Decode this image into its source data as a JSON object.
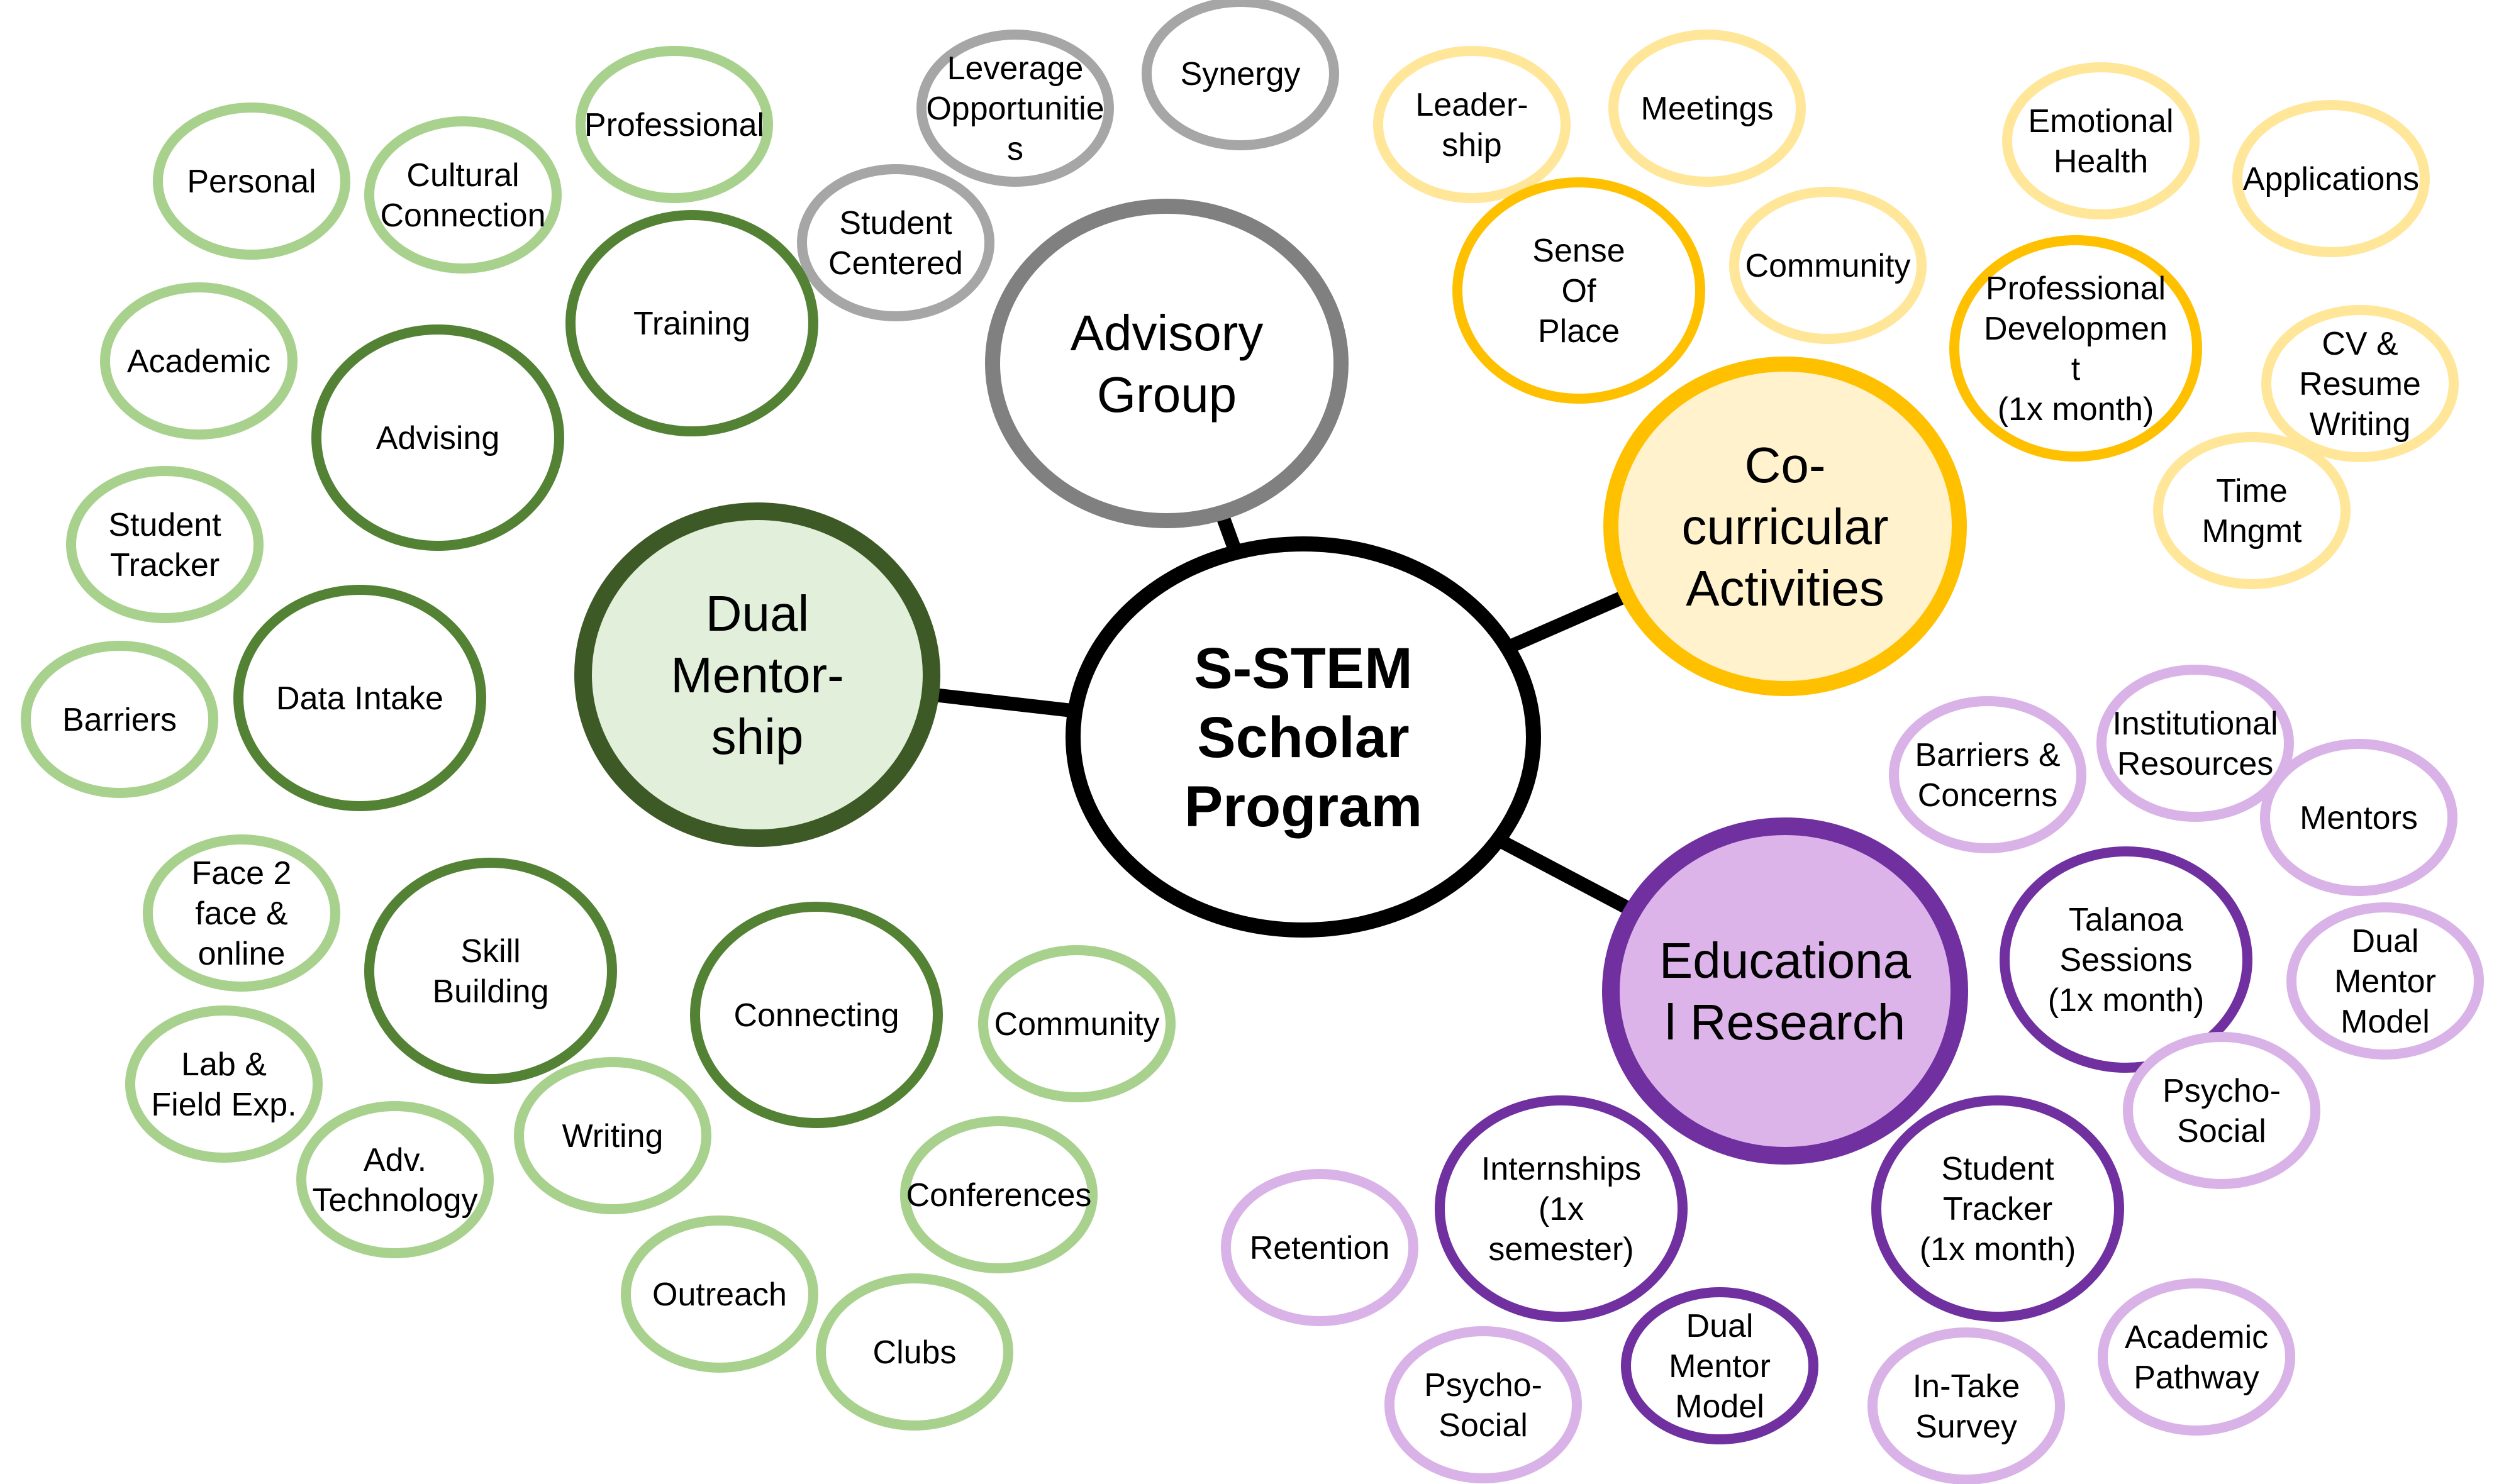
{
  "diagram": {
    "center": {
      "id": "center",
      "lines": [
        "S-STEM",
        "Scholar",
        "Program"
      ],
      "bold": true,
      "fill": "#ffffff",
      "stroke": "#000000"
    },
    "hubs": [
      {
        "id": "advisory-group",
        "lines": [
          "Advisory",
          "Group"
        ],
        "fill": "#ffffff",
        "stroke": "#808080"
      },
      {
        "id": "co-curricular-activities",
        "lines": [
          "Co-",
          "curricular",
          "Activities"
        ],
        "fill": "#fff2cc",
        "stroke": "#ffc000"
      },
      {
        "id": "dual-mentorship",
        "lines": [
          "Dual",
          "Mentor-",
          "ship"
        ],
        "fill": "#e2efda",
        "stroke": "#3d5a26"
      },
      {
        "id": "educational-research",
        "lines": [
          "Educationa",
          "l Research"
        ],
        "fill": "#dcb4ea",
        "stroke": "#7030a0"
      }
    ],
    "links": [
      {
        "from": "center",
        "to": "advisory-group"
      },
      {
        "from": "center",
        "to": "co-curricular-activities"
      },
      {
        "from": "center",
        "to": "dual-mentorship"
      },
      {
        "from": "center",
        "to": "educational-research"
      }
    ],
    "palette": {
      "gray": "#a6a6a6",
      "yellow_light": "#ffe699",
      "yellow_dark": "#ffc000",
      "green_light": "#a9d18e",
      "green_dark": "#548235",
      "purple_light": "#d9b3e8",
      "purple_dark": "#7030a0"
    },
    "nodes": [
      {
        "id": "leverage-opportunities",
        "lines": [
          "Leverage",
          "Opportunitie",
          "s"
        ],
        "stroke": "#a6a6a6"
      },
      {
        "id": "synergy",
        "lines": [
          "Synergy"
        ],
        "stroke": "#a6a6a6"
      },
      {
        "id": "student-centered",
        "lines": [
          "Student",
          "Centered"
        ],
        "stroke": "#a6a6a6"
      },
      {
        "id": "leadership",
        "lines": [
          "Leader-",
          "ship"
        ],
        "stroke": "#ffe699"
      },
      {
        "id": "meetings",
        "lines": [
          "Meetings"
        ],
        "stroke": "#ffe699"
      },
      {
        "id": "sense-of-place",
        "lines": [
          "Sense",
          "Of",
          "Place"
        ],
        "stroke": "#ffc000"
      },
      {
        "id": "community-yellow",
        "lines": [
          "Community"
        ],
        "stroke": "#ffe699"
      },
      {
        "id": "emotional-health",
        "lines": [
          "Emotional",
          "Health"
        ],
        "stroke": "#ffe699"
      },
      {
        "id": "applications",
        "lines": [
          "Applications"
        ],
        "stroke": "#ffe699"
      },
      {
        "id": "professional-development",
        "lines": [
          "Professional",
          "Developmen",
          "t",
          "(1x month)"
        ],
        "stroke": "#ffc000"
      },
      {
        "id": "cv-resume-writing",
        "lines": [
          "CV &",
          "Resume",
          "Writing"
        ],
        "stroke": "#ffe699"
      },
      {
        "id": "time-mngmt",
        "lines": [
          "Time",
          "Mngmt"
        ],
        "stroke": "#ffe699"
      },
      {
        "id": "personal",
        "lines": [
          "Personal"
        ],
        "stroke": "#a9d18e"
      },
      {
        "id": "cultural-connection",
        "lines": [
          "Cultural",
          "Connection"
        ],
        "stroke": "#a9d18e"
      },
      {
        "id": "professional",
        "lines": [
          "Professional"
        ],
        "stroke": "#a9d18e"
      },
      {
        "id": "training",
        "lines": [
          "Training"
        ],
        "stroke": "#548235"
      },
      {
        "id": "academic",
        "lines": [
          "Academic"
        ],
        "stroke": "#a9d18e"
      },
      {
        "id": "advising",
        "lines": [
          "Advising"
        ],
        "stroke": "#548235"
      },
      {
        "id": "student-tracker-green",
        "lines": [
          "Student",
          "Tracker"
        ],
        "stroke": "#a9d18e"
      },
      {
        "id": "barriers",
        "lines": [
          "Barriers"
        ],
        "stroke": "#a9d18e"
      },
      {
        "id": "data-intake",
        "lines": [
          "Data Intake"
        ],
        "stroke": "#548235"
      },
      {
        "id": "face-2-face",
        "lines": [
          "Face 2",
          "face &",
          "online"
        ],
        "stroke": "#a9d18e"
      },
      {
        "id": "skill-building",
        "lines": [
          "Skill",
          "Building"
        ],
        "stroke": "#548235"
      },
      {
        "id": "lab-field-exp",
        "lines": [
          "Lab &",
          "Field Exp."
        ],
        "stroke": "#a9d18e"
      },
      {
        "id": "connecting",
        "lines": [
          "Connecting"
        ],
        "stroke": "#548235"
      },
      {
        "id": "community-green",
        "lines": [
          "Community"
        ],
        "stroke": "#a9d18e"
      },
      {
        "id": "adv-technology",
        "lines": [
          "Adv.",
          "Technology"
        ],
        "stroke": "#a9d18e"
      },
      {
        "id": "writing",
        "lines": [
          "Writing"
        ],
        "stroke": "#a9d18e"
      },
      {
        "id": "conferences",
        "lines": [
          "Conferences"
        ],
        "stroke": "#a9d18e"
      },
      {
        "id": "outreach",
        "lines": [
          "Outreach"
        ],
        "stroke": "#a9d18e"
      },
      {
        "id": "clubs",
        "lines": [
          "Clubs"
        ],
        "stroke": "#a9d18e"
      },
      {
        "id": "barriers-concerns",
        "lines": [
          "Barriers &",
          "Concerns"
        ],
        "stroke": "#d9b3e8"
      },
      {
        "id": "institutional-resources",
        "lines": [
          "Institutional",
          "Resources"
        ],
        "stroke": "#d9b3e8"
      },
      {
        "id": "mentors",
        "lines": [
          "Mentors"
        ],
        "stroke": "#d9b3e8"
      },
      {
        "id": "talanoa-sessions",
        "lines": [
          "Talanoa",
          "Sessions",
          "(1x month)"
        ],
        "stroke": "#7030a0"
      },
      {
        "id": "dual-mentor-model-right",
        "lines": [
          "Dual",
          "Mentor",
          "Model"
        ],
        "stroke": "#d9b3e8"
      },
      {
        "id": "psycho-social-right",
        "lines": [
          "Psycho-",
          "Social"
        ],
        "stroke": "#d9b3e8"
      },
      {
        "id": "internships",
        "lines": [
          "Internships",
          "(1x",
          "semester)"
        ],
        "stroke": "#7030a0"
      },
      {
        "id": "student-tracker-purple",
        "lines": [
          "Student",
          "Tracker",
          "(1x month)"
        ],
        "stroke": "#7030a0"
      },
      {
        "id": "retention",
        "lines": [
          "Retention"
        ],
        "stroke": "#d9b3e8"
      },
      {
        "id": "academic-pathway",
        "lines": [
          "Academic",
          "Pathway"
        ],
        "stroke": "#d9b3e8"
      },
      {
        "id": "dual-mentor-model-bottom",
        "lines": [
          "Dual",
          "Mentor",
          "Model"
        ],
        "stroke": "#7030a0"
      },
      {
        "id": "psycho-social-bottom",
        "lines": [
          "Psycho-",
          "Social"
        ],
        "stroke": "#d9b3e8"
      },
      {
        "id": "in-take-survey",
        "lines": [
          "In-Take",
          "Survey"
        ],
        "stroke": "#d9b3e8"
      }
    ]
  }
}
